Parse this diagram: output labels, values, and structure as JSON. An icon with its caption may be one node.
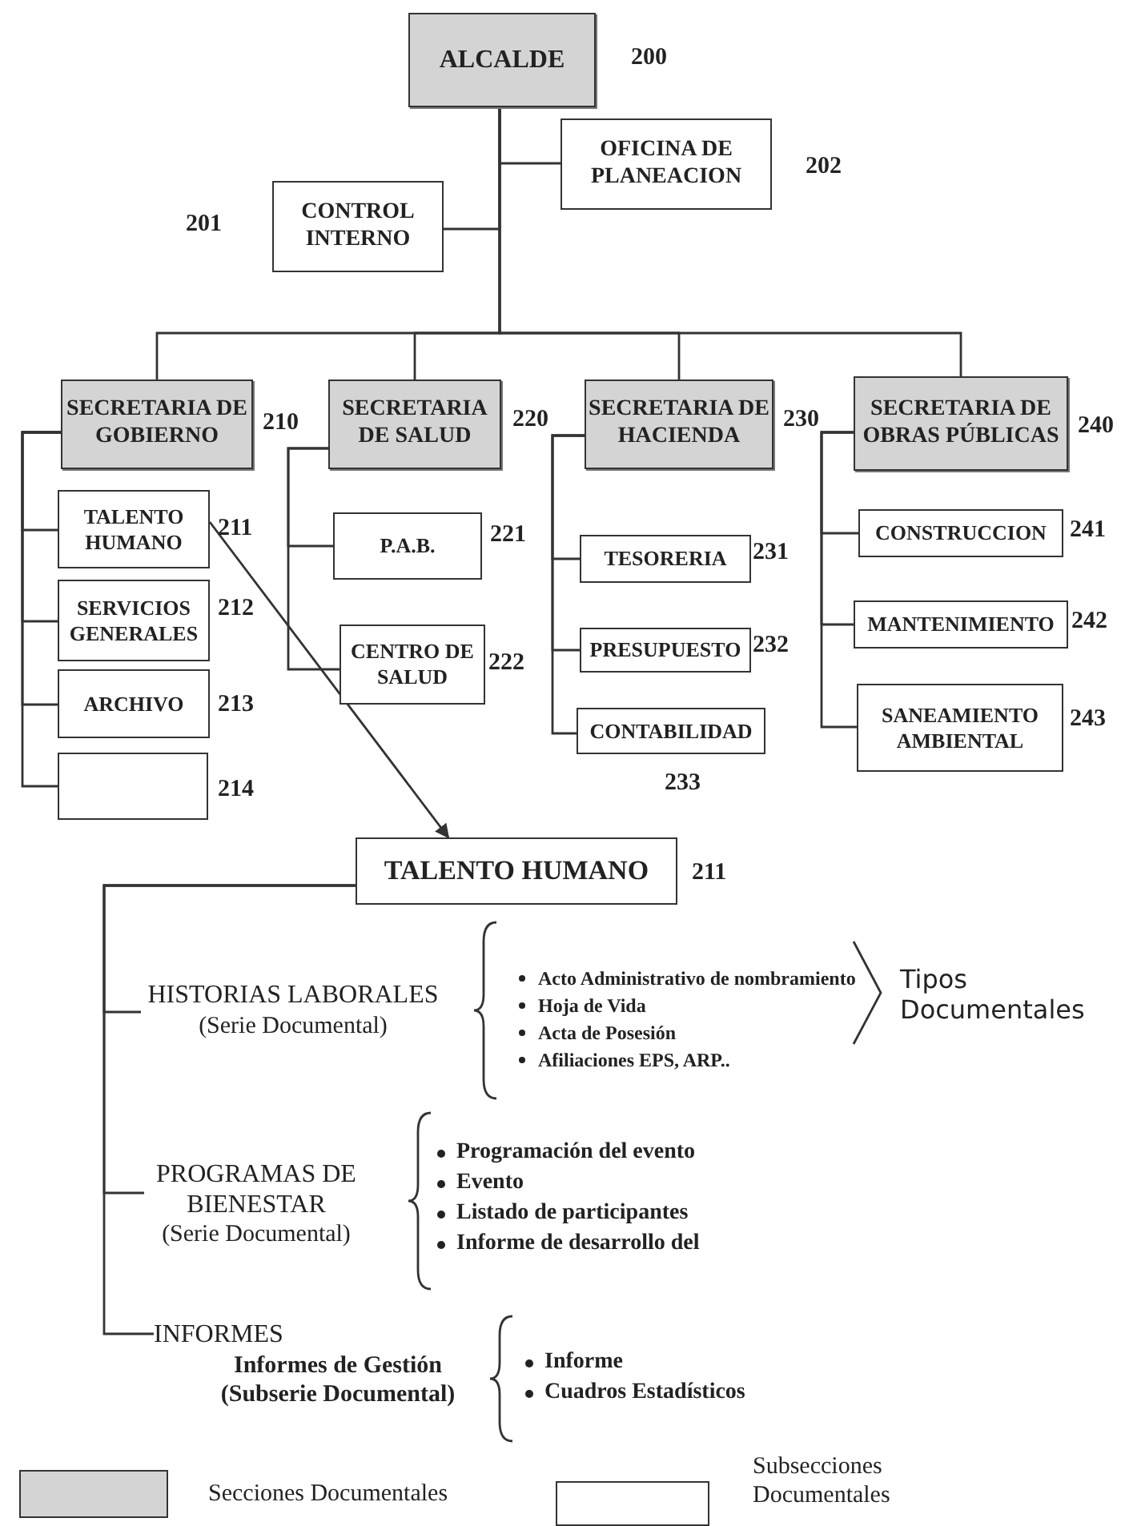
{
  "diagram": {
    "nodes": [
      {
        "text": [
          "ALCALDE"
        ],
        "beside": [
          "200"
        ]
      },
      {
        "text": [
          "OFICINA DE PLANEACION"
        ],
        "beside": [
          "202"
        ]
      },
      {
        "text": [
          "CONTROL INTERNO"
        ],
        "beside": [
          "201"
        ]
      },
      {
        "text": [
          "SECRETARIA DE GOBIERNO"
        ],
        "beside": [
          "210"
        ]
      },
      {
        "text": [
          "SECRETARIA DE SALUD"
        ],
        "beside": [
          "220"
        ]
      },
      {
        "text": [
          "SECRETARIA DE HACIENDA"
        ],
        "beside": [
          "230"
        ]
      },
      {
        "text": [
          "SECRETARIA DE OBRAS PÚBLICAS"
        ],
        "beside": [
          "240"
        ]
      },
      {
        "text": [
          "TALENTO HUMANO"
        ],
        "beside": [
          "211"
        ]
      },
      {
        "text": [
          "SERVICIOS GENERALES"
        ],
        "beside": [
          "212"
        ]
      },
      {
        "text": [
          "ARCHIVO"
        ],
        "beside": [
          "213"
        ]
      },
      {
        "text": [],
        "shape": "box",
        "beside": [
          "214"
        ]
      },
      {
        "text": [
          "P.A.B."
        ],
        "beside": [
          "221"
        ]
      },
      {
        "text": [
          "CENTRO DE SALUD"
        ],
        "beside": [
          "222"
        ]
      },
      {
        "text": [
          "TESORERIA"
        ],
        "beside": [
          "231"
        ]
      },
      {
        "text": [
          "PRESUPUESTO"
        ],
        "beside": [
          "232"
        ]
      },
      {
        "text": [
          "CONTABILIDAD"
        ],
        "beside": [
          "233"
        ]
      },
      {
        "text": [
          "CONSTRUCCION"
        ],
        "beside": [
          "241"
        ]
      },
      {
        "text": [
          "MANTENIMIENTO"
        ],
        "beside": [
          "242"
        ]
      },
      {
        "text": [
          "SANEAMIENTO AMBIENTAL"
        ],
        "beside": [
          "243"
        ]
      },
      {
        "text": [
          "TALENTO HUMANO"
        ],
        "beside": [
          "211"
        ]
      },
      {
        "text": [
          "HISTORIAS LABORALES",
          "(Serie Documental)"
        ]
      },
      {
        "text": [
          "PROGRAMAS DE BIENESTAR",
          "(Serie Documental)"
        ]
      },
      {
        "text": [
          "INFORMES",
          "Informes de Gestión (Subserie Documental)"
        ]
      }
    ],
    "edges": [
      {
        "from": 0,
        "to": 1,
        "arrow": "none"
      },
      {
        "from": 0,
        "to": 2,
        "arrow": "none"
      },
      {
        "from": 0,
        "to": 3,
        "arrow": "none"
      },
      {
        "from": 0,
        "to": 4,
        "arrow": "none"
      },
      {
        "from": 0,
        "to": 5,
        "arrow": "none"
      },
      {
        "from": 0,
        "to": 6,
        "arrow": "none"
      },
      {
        "from": 3,
        "to": 7,
        "arrow": "none"
      },
      {
        "from": 3,
        "to": 8,
        "arrow": "none"
      },
      {
        "from": 3,
        "to": 9,
        "arrow": "none"
      },
      {
        "from": 3,
        "to": 10,
        "arrow": "none"
      },
      {
        "from": 4,
        "to": 11,
        "arrow": "none"
      },
      {
        "from": 4,
        "to": 12,
        "arrow": "none"
      },
      {
        "from": 5,
        "to": 13,
        "arrow": "none"
      },
      {
        "from": 5,
        "to": 14,
        "arrow": "none"
      },
      {
        "from": 5,
        "to": 15,
        "arrow": "none"
      },
      {
        "from": 6,
        "to": 16,
        "arrow": "none"
      },
      {
        "from": 6,
        "to": 17,
        "arrow": "none"
      },
      {
        "from": 6,
        "to": 18,
        "arrow": "none"
      },
      {
        "from": 7,
        "to": 19,
        "arrow": "to"
      },
      {
        "from": 19,
        "to": 20,
        "arrow": "none"
      },
      {
        "from": 19,
        "to": 21,
        "arrow": "none"
      },
      {
        "from": 19,
        "to": 22,
        "arrow": "none"
      }
    ],
    "labels": [
      "Acto Administrativo de nombramiento",
      "Hoja de Vida",
      "Acta de Posesión",
      "Afiliaciones EPS,  ARP..",
      "Tipos Documentales",
      "Programación del evento",
      "Evento",
      "Listado de participantes",
      "Informe de desarrollo del",
      "Informe",
      "Cuadros Estadísticos"
    ],
    "legend": [
      {
        "text": "Secciones Documentales",
        "color": "#d4d4d4"
      },
      {
        "text": "Subsecciones Documentales",
        "color": "#ffffff"
      }
    ]
  }
}
